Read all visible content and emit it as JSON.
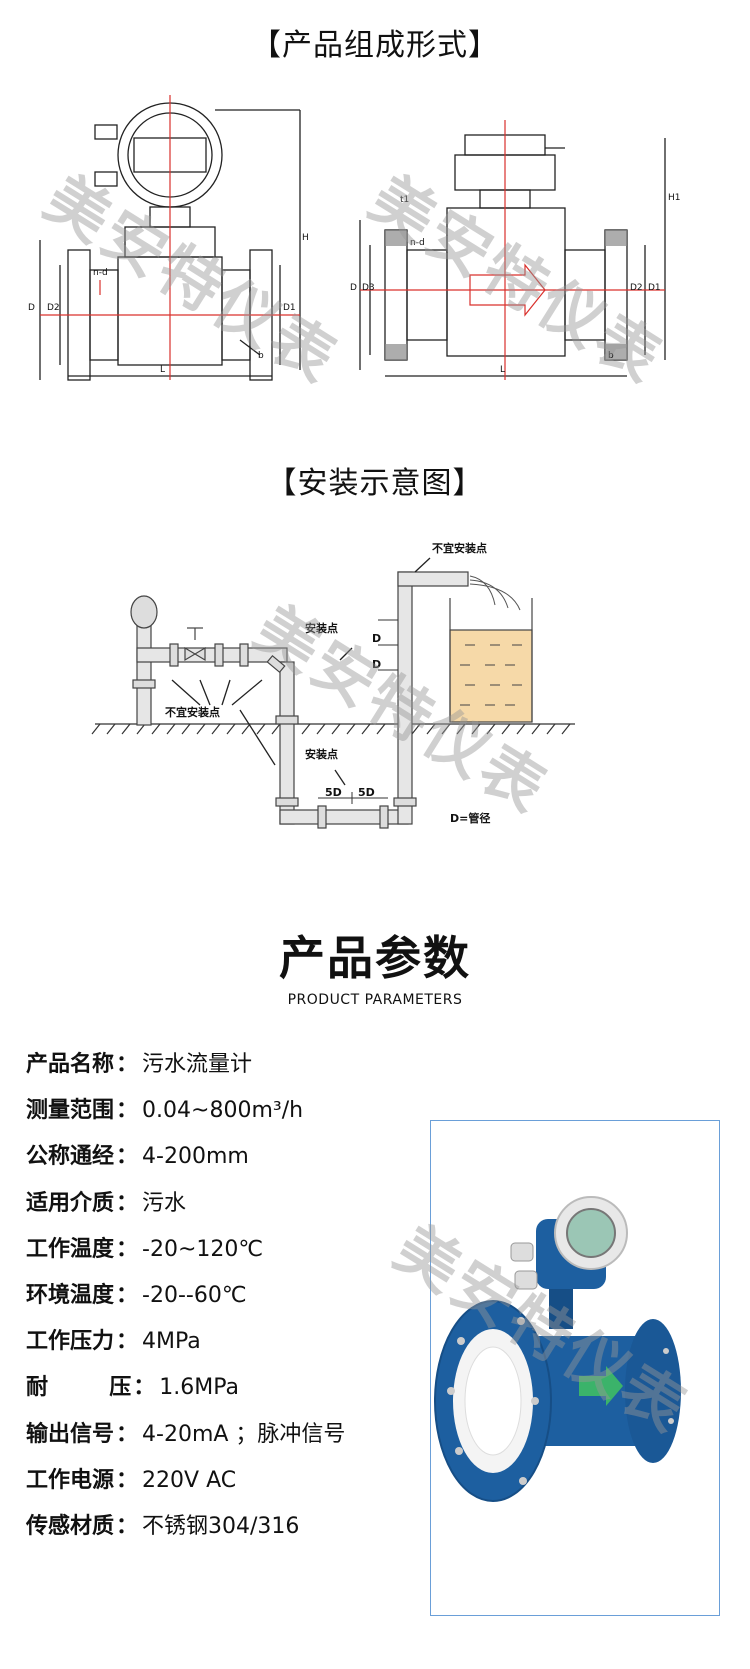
{
  "sections": {
    "composition_title": "【产品组成形式】",
    "installation_title": "【安装示意图】"
  },
  "watermark": "美安特仪表",
  "drawing_labels": {
    "no_install_top": "不宜安装点",
    "install_point_1": "安装点",
    "install_point_2": "安装点",
    "no_install_left": "不宜安装点",
    "d_label_1": "D",
    "d_label_2": "D",
    "five_d_1": "5D",
    "five_d_2": "5D",
    "pipe_legend": "D=管径"
  },
  "dimension_labels": {
    "left_h": "H",
    "left_d": "D",
    "left_d2": "D2",
    "left_d1": "D1",
    "left_l": "L",
    "left_nd": "n-d",
    "left_b": "b",
    "right_h1": "H1",
    "right_d": "D",
    "right_d3": "D3",
    "right_d2": "D2",
    "right_d1": "D1",
    "right_l": "L",
    "right_t1": "t1",
    "right_nd": "n-d",
    "right_b": "b"
  },
  "params": {
    "title": "产品参数",
    "subtitle": "PRODUCT PARAMETERS",
    "specs": [
      {
        "key": "产品名称",
        "value": "污水流量计"
      },
      {
        "key": "测量范围",
        "value": "0.04~800m³/h"
      },
      {
        "key": "公称通经",
        "value": "4-200mm"
      },
      {
        "key": "适用介质",
        "value": "污水"
      },
      {
        "key": "工作温度",
        "value": "-20~120℃"
      },
      {
        "key": "环境温度",
        "value": "-20--60℃"
      },
      {
        "key": "工作压力",
        "value": "4MPa"
      },
      {
        "key": "耐        压",
        "value": "1.6MPa"
      },
      {
        "key": "输出信号",
        "value": "4-20mA ；脉冲信号"
      },
      {
        "key": "工作电源",
        "value": "220V AC"
      },
      {
        "key": "传感材质",
        "value": "不锈钢304/316"
      }
    ],
    "colon": "："
  },
  "colors": {
    "meter_blue": "#1d5fa0",
    "liquid": "#f6d9a8",
    "frame_border": "#6a9fd8",
    "red_line": "#d9302c"
  }
}
